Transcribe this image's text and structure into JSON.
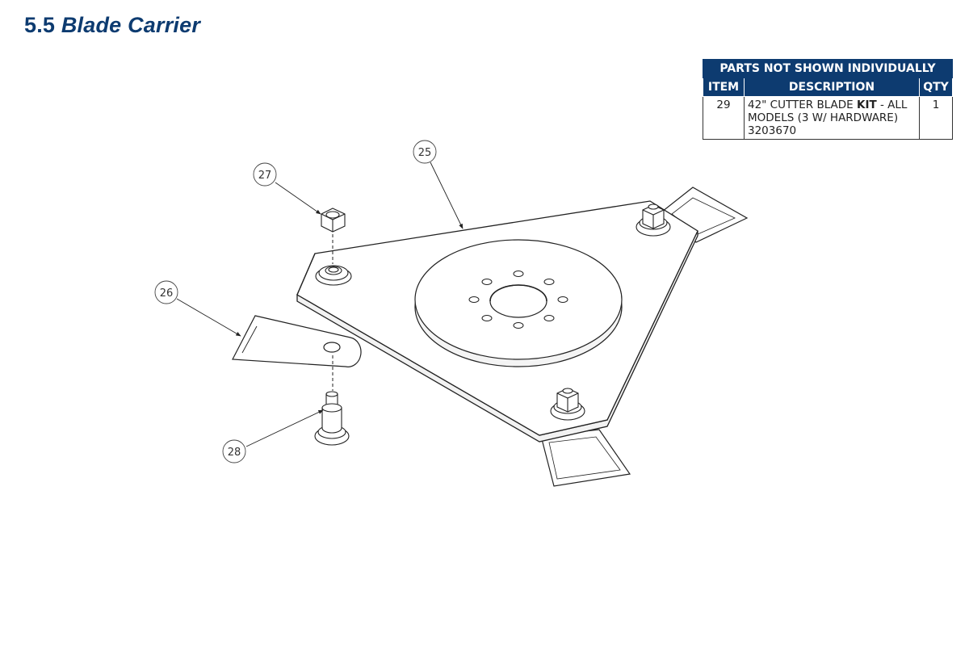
{
  "title": {
    "number": "5.5",
    "text": "Blade Carrier"
  },
  "parts_table": {
    "banner": "PARTS NOT SHOWN INDIVIDUALLY",
    "headers": {
      "item": "ITEM",
      "description": "DESCRIPTION",
      "qty": "QTY"
    },
    "rows": [
      {
        "item": "29",
        "desc_pre": "42\" CUTTER BLADE ",
        "desc_bold": "KIT",
        "desc_post": " - ALL MODELS (3 W/ HARDWARE)",
        "part_no": "3203670",
        "qty": "1"
      }
    ]
  },
  "callouts": {
    "c25": "25",
    "c26": "26",
    "c27": "27",
    "c28": "28"
  },
  "colors": {
    "brand": "#0d3b70",
    "line": "#222222"
  }
}
